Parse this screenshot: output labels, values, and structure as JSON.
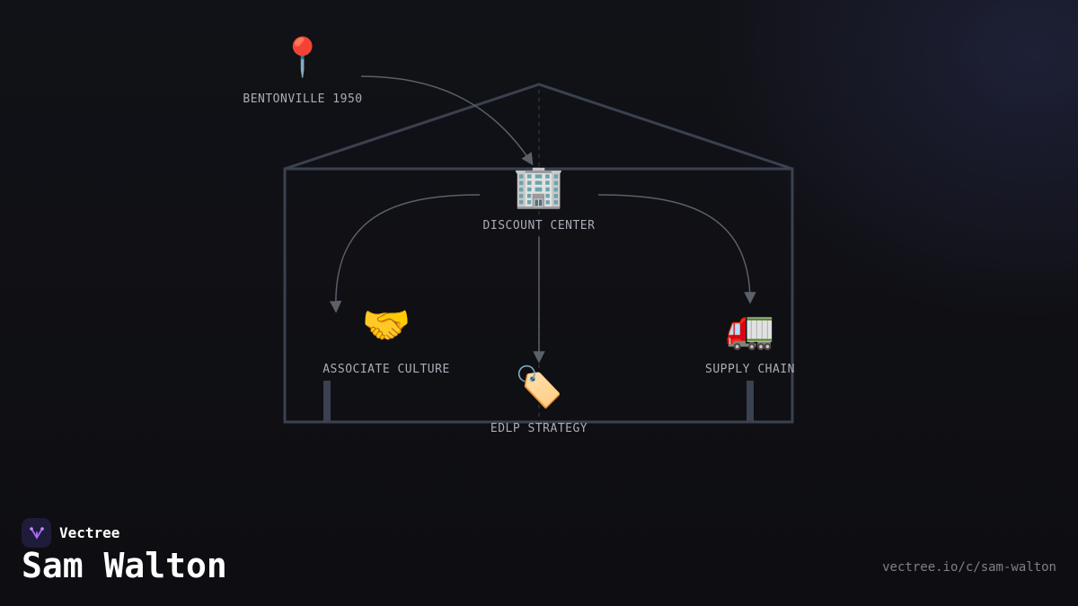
{
  "diagram": {
    "nodes": [
      {
        "id": "bentonville",
        "label": "BENTONVILLE 1950",
        "icon": "📍",
        "icon_name": "pin-icon"
      },
      {
        "id": "discount",
        "label": "DISCOUNT CENTER",
        "icon": "🏢",
        "icon_name": "office-building-icon"
      },
      {
        "id": "associate",
        "label": "ASSOCIATE CULTURE",
        "icon": "🤝",
        "icon_name": "handshake-icon"
      },
      {
        "id": "edlp",
        "label": "EDLP STRATEGY",
        "icon": "🏷️",
        "icon_name": "price-tag-icon"
      },
      {
        "id": "supply",
        "label": "SUPPLY CHAIN",
        "icon": "🚛",
        "icon_name": "truck-icon"
      }
    ],
    "edges": [
      {
        "from": "bentonville",
        "to": "discount"
      },
      {
        "from": "discount",
        "to": "associate"
      },
      {
        "from": "discount",
        "to": "edlp"
      },
      {
        "from": "discount",
        "to": "supply"
      }
    ],
    "colors": {
      "structure": "#3a4150",
      "edge": "#5b606b",
      "label": "#a9adb6"
    }
  },
  "footer": {
    "brand": "Vectree",
    "title": "Sam Walton",
    "url": "vectree.io/c/sam-walton"
  }
}
